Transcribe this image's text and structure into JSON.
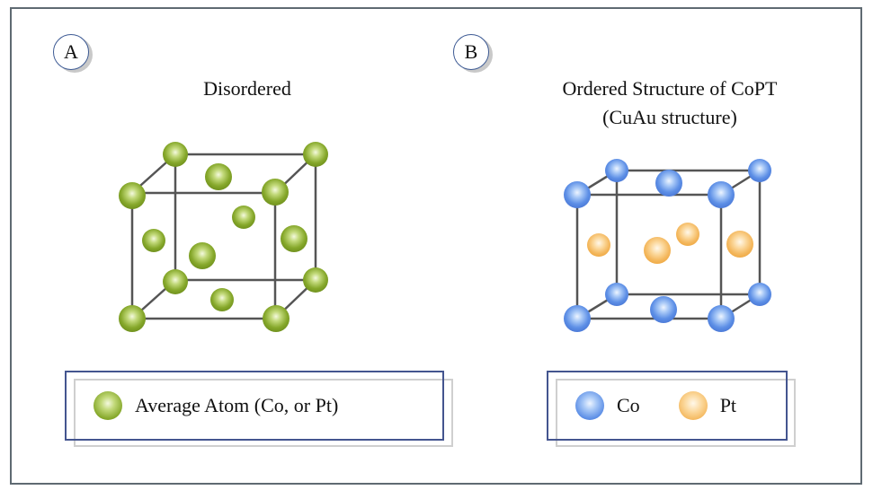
{
  "panel_a": {
    "badge": "A",
    "title": "Disordered",
    "legend": {
      "label": "Average Atom (Co, or Pt)",
      "color": "#8db033"
    }
  },
  "panel_b": {
    "badge": "B",
    "title_line1": "Ordered Structure of CoPT",
    "title_line2": "(CuAu structure)",
    "legend": {
      "co_label": "Co",
      "co_color": "#5d8fe6",
      "pt_label": "Pt",
      "pt_color": "#f4b85e"
    }
  },
  "colors": {
    "frame": "#5f6a72",
    "edge": "#555555",
    "legend_border": "#44558f"
  }
}
